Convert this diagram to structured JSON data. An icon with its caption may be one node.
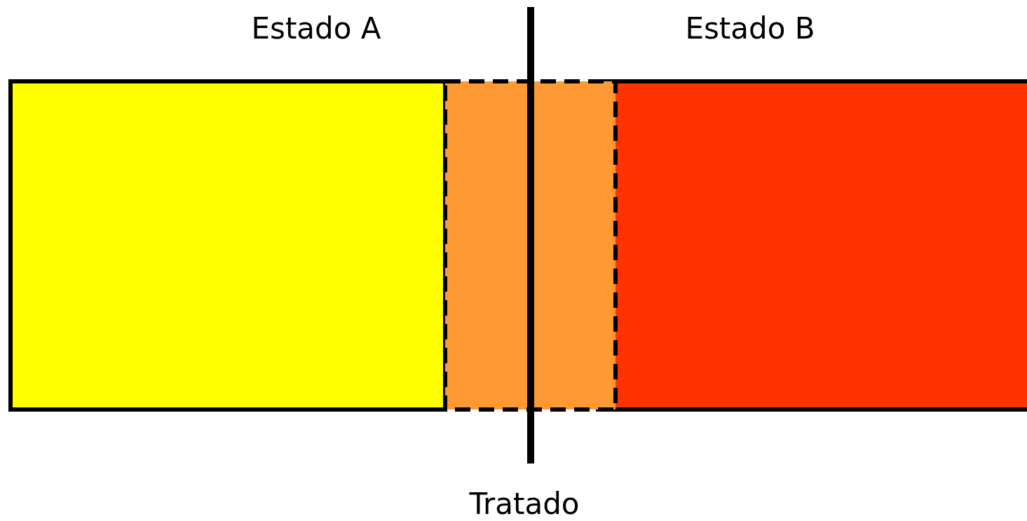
{
  "diagram": {
    "labels": [
      "Estado A",
      "Estado B",
      "Tratado"
    ]
  }
}
